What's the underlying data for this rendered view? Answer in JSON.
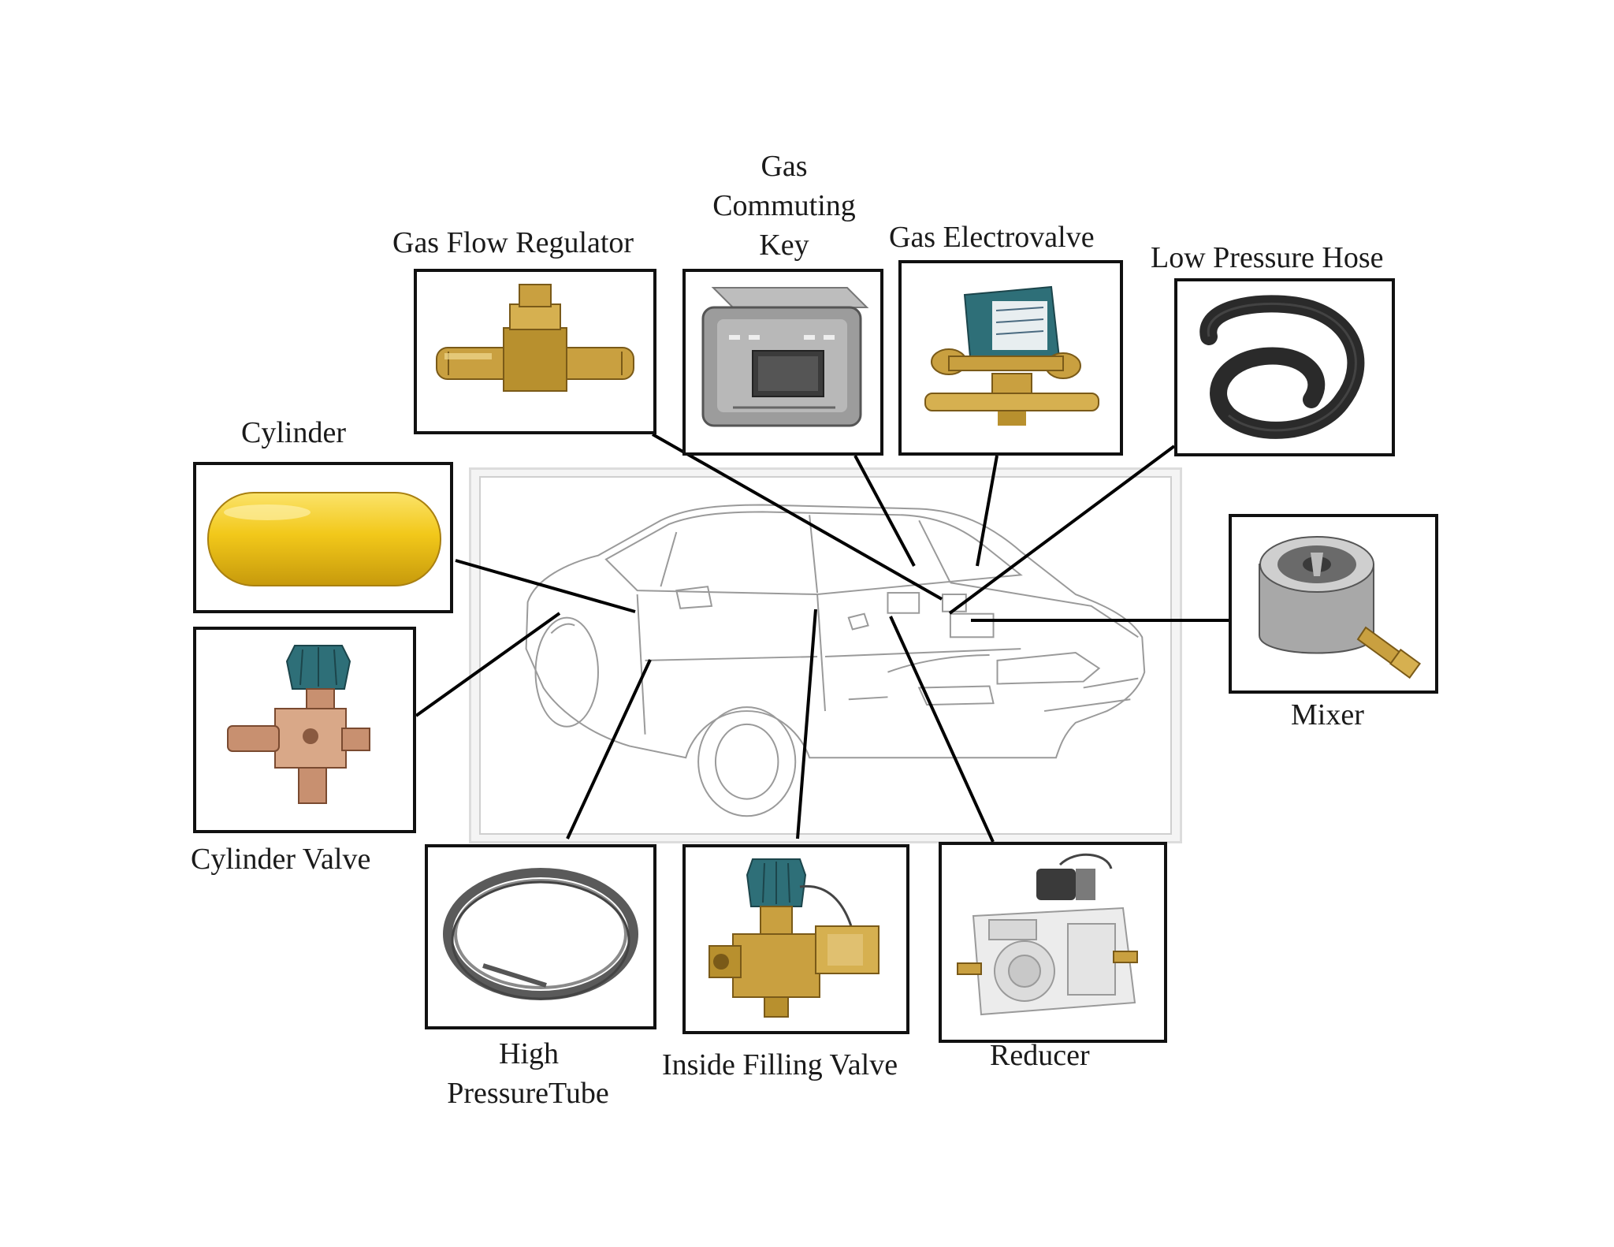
{
  "labels": {
    "gas_flow_regulator": "Gas Flow Regulator",
    "gas_commuting_key_line1": "Gas",
    "gas_commuting_key_line2": "Commuting",
    "gas_commuting_key_line3": "Key",
    "gas_electrovalve": "Gas Electrovalve",
    "low_pressure_hose": "Low Pressure Hose",
    "cylinder": "Cylinder",
    "mixer": "Mixer",
    "cylinder_valve": "Cylinder Valve",
    "high_pressure_tube_line1": "High",
    "high_pressure_tube_line2": "PressureTube",
    "inside_filling_valve": "Inside Filling Valve",
    "reducer": "Reducer"
  },
  "colors": {
    "cylinder_yellow": "#f2c81a",
    "brass": "#c9a040",
    "valve_teal": "#2e6f78",
    "hose_black": "#2a2a2a",
    "steel": "#9a9a9a"
  }
}
